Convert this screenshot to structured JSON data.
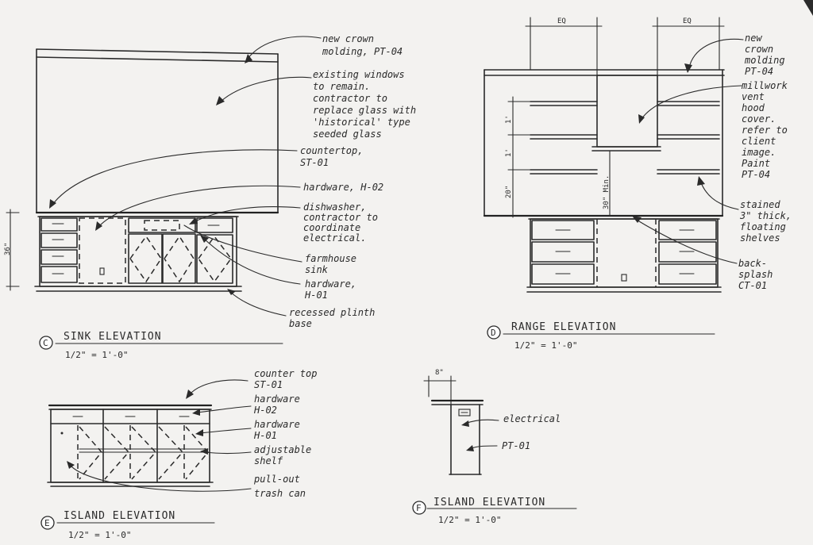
{
  "sheet": {
    "sink": {
      "tag": "C",
      "title": "SINK ELEVATION",
      "scale": "1/2\" = 1'-0\"",
      "dim_height": "36\"",
      "notes": {
        "crown": [
          "new crown",
          "molding, PT-04"
        ],
        "windows": [
          "existing windows",
          "to remain.",
          "contractor to",
          "replace glass with",
          "'historical' type",
          "seeded glass"
        ],
        "countertop": [
          "countertop,",
          "ST-01"
        ],
        "hardware_h02": [
          "hardware, H-02"
        ],
        "dishwasher": [
          "dishwasher,",
          "contractor to",
          "coordinate",
          "electrical."
        ],
        "sink": [
          "farmhouse",
          "sink"
        ],
        "hardware_h01": [
          "hardware,",
          "H-01"
        ],
        "plinth": [
          "recessed plinth",
          "base"
        ]
      }
    },
    "range": {
      "tag": "D",
      "title": "RANGE ELEVATION",
      "scale": "1/2\" = 1'-0\"",
      "dim_eq_left": "EQ",
      "dim_eq_right": "EQ",
      "dim_shelf_a": "1'",
      "dim_shelf_b": "1'",
      "dim_shelf_c": "20\"",
      "dim_min": "30\" Min.",
      "notes": {
        "crown": [
          "new",
          "crown",
          "molding",
          "PT-04"
        ],
        "hood": [
          "millwork",
          "vent",
          "hood",
          "cover.",
          "refer to",
          "client",
          "image.",
          "Paint",
          "PT-04"
        ],
        "shelves": [
          "stained",
          "3\" thick,",
          "floating",
          "shelves"
        ],
        "backsplash": [
          "back-",
          "splash",
          "CT-01"
        ]
      }
    },
    "island_e": {
      "tag": "E",
      "title": "ISLAND ELEVATION",
      "scale": "1/2\" = 1'-0\"",
      "notes": {
        "countertop": [
          "counter top",
          "ST-01"
        ],
        "hardware_h02": [
          "hardware",
          "H-02"
        ],
        "hardware_h01": [
          "hardware",
          "H-01"
        ],
        "shelf": [
          "adjustable",
          "shelf"
        ],
        "trash": [
          "pull-out",
          "trash can"
        ]
      }
    },
    "island_f": {
      "tag": "F",
      "title": "ISLAND ELEVATION",
      "scale": "1/2\" = 1'-0\"",
      "dim_width": "8\"",
      "notes": {
        "electrical": [
          "electrical"
        ],
        "paint": [
          "PT-01"
        ]
      }
    }
  }
}
